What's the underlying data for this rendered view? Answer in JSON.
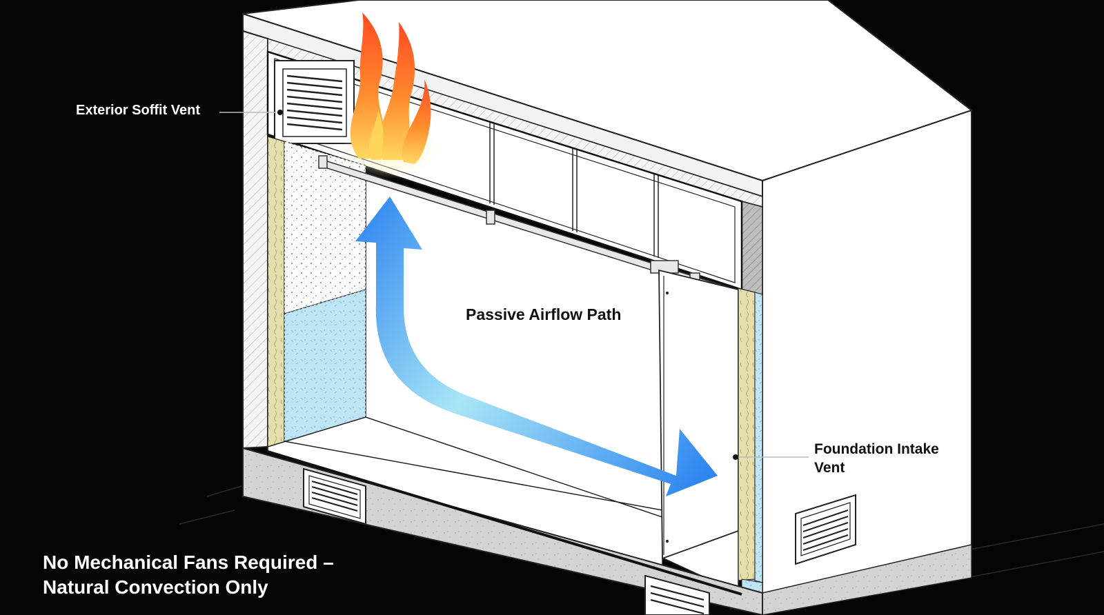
{
  "labels": {
    "soffit_vent": "Exterior Soffit Vent",
    "airflow_path": "Passive Airflow Path",
    "intake_vent_line1": "Foundation Intake",
    "intake_vent_line2": "Vent",
    "footer_line1": "No Mechanical Fans Required –",
    "footer_line2": "Natural Convection Only"
  },
  "icons": [
    "flame-icon",
    "airflow-arrow-icon"
  ],
  "colors": {
    "background": "#050505",
    "arrow_start": "#2f86f0",
    "arrow_mid": "#a8e6f6",
    "arrow_end": "#2f86f0",
    "flame_outer": "#ff5a2a",
    "flame_inner": "#ffc64a",
    "insulation": "#e4dfad",
    "foundation": "#d2d2d2"
  }
}
